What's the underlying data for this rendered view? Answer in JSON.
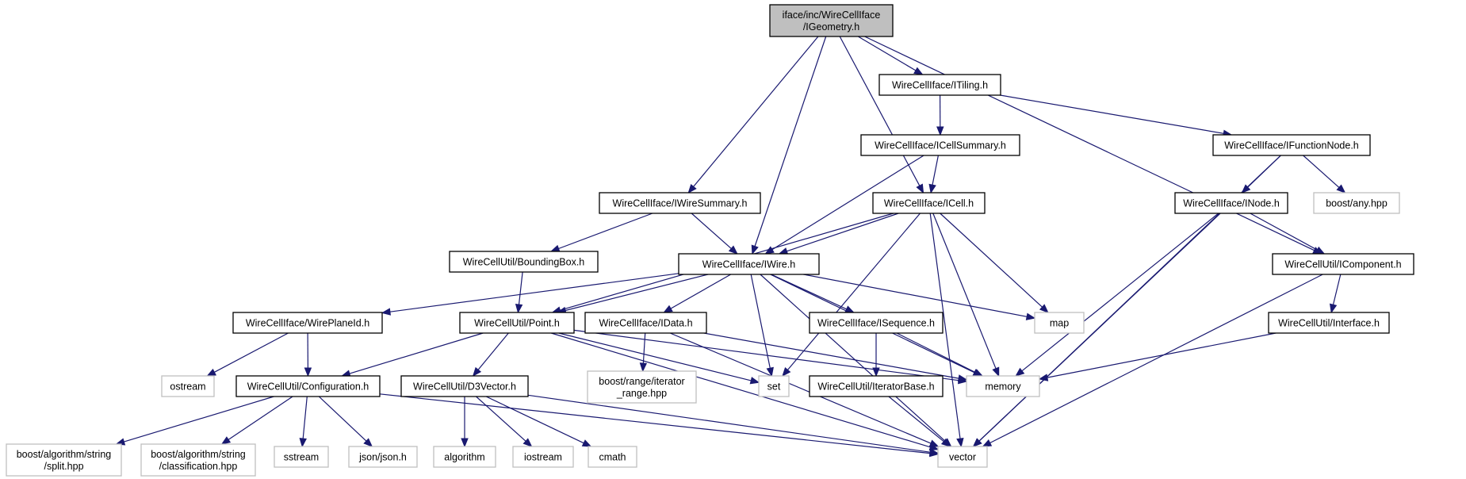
{
  "graph": {
    "nodes": [
      {
        "id": "root",
        "lines": [
          "iface/inc/WireCellIface",
          "/IGeometry.h"
        ],
        "kind": "root"
      },
      {
        "id": "itiling",
        "lines": [
          "WireCellIface/ITiling.h"
        ],
        "kind": "project"
      },
      {
        "id": "icellsummary",
        "lines": [
          "WireCellIface/ICellSummary.h"
        ],
        "kind": "project"
      },
      {
        "id": "ifunctionnode",
        "lines": [
          "WireCellIface/IFunctionNode.h"
        ],
        "kind": "project"
      },
      {
        "id": "iwiresummary",
        "lines": [
          "WireCellIface/IWireSummary.h"
        ],
        "kind": "project"
      },
      {
        "id": "icell",
        "lines": [
          "WireCellIface/ICell.h"
        ],
        "kind": "project"
      },
      {
        "id": "inode",
        "lines": [
          "WireCellIface/INode.h"
        ],
        "kind": "project"
      },
      {
        "id": "boostany",
        "lines": [
          "boost/any.hpp"
        ],
        "kind": "system"
      },
      {
        "id": "boundingbox",
        "lines": [
          "WireCellUtil/BoundingBox.h"
        ],
        "kind": "project"
      },
      {
        "id": "iwire",
        "lines": [
          "WireCellIface/IWire.h"
        ],
        "kind": "project"
      },
      {
        "id": "icomponent",
        "lines": [
          "WireCellUtil/IComponent.h"
        ],
        "kind": "project"
      },
      {
        "id": "wireplaneid",
        "lines": [
          "WireCellIface/WirePlaneId.h"
        ],
        "kind": "project"
      },
      {
        "id": "point",
        "lines": [
          "WireCellUtil/Point.h"
        ],
        "kind": "project"
      },
      {
        "id": "idata",
        "lines": [
          "WireCellIface/IData.h"
        ],
        "kind": "project"
      },
      {
        "id": "isequence",
        "lines": [
          "WireCellIface/ISequence.h"
        ],
        "kind": "project"
      },
      {
        "id": "map",
        "lines": [
          "map"
        ],
        "kind": "system"
      },
      {
        "id": "interface",
        "lines": [
          "WireCellUtil/Interface.h"
        ],
        "kind": "project"
      },
      {
        "id": "ostream",
        "lines": [
          "ostream"
        ],
        "kind": "system"
      },
      {
        "id": "configuration",
        "lines": [
          "WireCellUtil/Configuration.h"
        ],
        "kind": "project"
      },
      {
        "id": "d3vector",
        "lines": [
          "WireCellUtil/D3Vector.h"
        ],
        "kind": "project"
      },
      {
        "id": "iterrange",
        "lines": [
          "boost/range/iterator",
          "_range.hpp"
        ],
        "kind": "system"
      },
      {
        "id": "set",
        "lines": [
          "set"
        ],
        "kind": "system"
      },
      {
        "id": "iteratorbase",
        "lines": [
          "WireCellUtil/IteratorBase.h"
        ],
        "kind": "project"
      },
      {
        "id": "memory",
        "lines": [
          "memory"
        ],
        "kind": "system"
      },
      {
        "id": "split",
        "lines": [
          "boost/algorithm/string",
          "/split.hpp"
        ],
        "kind": "system"
      },
      {
        "id": "classification",
        "lines": [
          "boost/algorithm/string",
          "/classification.hpp"
        ],
        "kind": "system"
      },
      {
        "id": "sstream",
        "lines": [
          "sstream"
        ],
        "kind": "system"
      },
      {
        "id": "json",
        "lines": [
          "json/json.h"
        ],
        "kind": "system"
      },
      {
        "id": "algorithm",
        "lines": [
          "algorithm"
        ],
        "kind": "system"
      },
      {
        "id": "iostream",
        "lines": [
          "iostream"
        ],
        "kind": "system"
      },
      {
        "id": "cmath",
        "lines": [
          "cmath"
        ],
        "kind": "system"
      },
      {
        "id": "vector",
        "lines": [
          "vector"
        ],
        "kind": "system"
      }
    ],
    "edges": [
      [
        "root",
        "itiling"
      ],
      [
        "root",
        "icell"
      ],
      [
        "root",
        "iwiresummary"
      ],
      [
        "root",
        "iwire"
      ],
      [
        "root",
        "icomponent"
      ],
      [
        "itiling",
        "icellsummary"
      ],
      [
        "itiling",
        "ifunctionnode"
      ],
      [
        "icellsummary",
        "icell"
      ],
      [
        "icellsummary",
        "iwire"
      ],
      [
        "ifunctionnode",
        "inode"
      ],
      [
        "ifunctionnode",
        "boostany"
      ],
      [
        "ifunctionnode",
        "vector"
      ],
      [
        "iwiresummary",
        "boundingbox"
      ],
      [
        "iwiresummary",
        "iwire"
      ],
      [
        "icell",
        "iwire"
      ],
      [
        "icell",
        "point"
      ],
      [
        "icell",
        "set"
      ],
      [
        "icell",
        "map"
      ],
      [
        "icell",
        "memory"
      ],
      [
        "icell",
        "vector"
      ],
      [
        "inode",
        "icomponent"
      ],
      [
        "inode",
        "memory"
      ],
      [
        "inode",
        "vector"
      ],
      [
        "boundingbox",
        "point"
      ],
      [
        "iwire",
        "wireplaneid"
      ],
      [
        "iwire",
        "point"
      ],
      [
        "iwire",
        "idata"
      ],
      [
        "iwire",
        "isequence"
      ],
      [
        "iwire",
        "set"
      ],
      [
        "iwire",
        "map"
      ],
      [
        "iwire",
        "memory"
      ],
      [
        "iwire",
        "vector"
      ],
      [
        "icomponent",
        "interface"
      ],
      [
        "icomponent",
        "vector"
      ],
      [
        "wireplaneid",
        "ostream"
      ],
      [
        "wireplaneid",
        "configuration"
      ],
      [
        "point",
        "configuration"
      ],
      [
        "point",
        "d3vector"
      ],
      [
        "point",
        "set"
      ],
      [
        "point",
        "memory"
      ],
      [
        "point",
        "vector"
      ],
      [
        "idata",
        "iterrange"
      ],
      [
        "idata",
        "memory"
      ],
      [
        "idata",
        "vector"
      ],
      [
        "isequence",
        "iteratorbase"
      ],
      [
        "isequence",
        "memory"
      ],
      [
        "interface",
        "memory"
      ],
      [
        "configuration",
        "split"
      ],
      [
        "configuration",
        "classification"
      ],
      [
        "configuration",
        "sstream"
      ],
      [
        "configuration",
        "json"
      ],
      [
        "configuration",
        "vector"
      ],
      [
        "d3vector",
        "algorithm"
      ],
      [
        "d3vector",
        "iostream"
      ],
      [
        "d3vector",
        "cmath"
      ],
      [
        "d3vector",
        "vector"
      ],
      [
        "iteratorbase",
        "vector"
      ]
    ],
    "colors": {
      "edge": "#191970",
      "project_border": "#000000",
      "system_border": "#bfbfbf",
      "root_fill": "#bfbfbf",
      "background": "#ffffff"
    }
  }
}
